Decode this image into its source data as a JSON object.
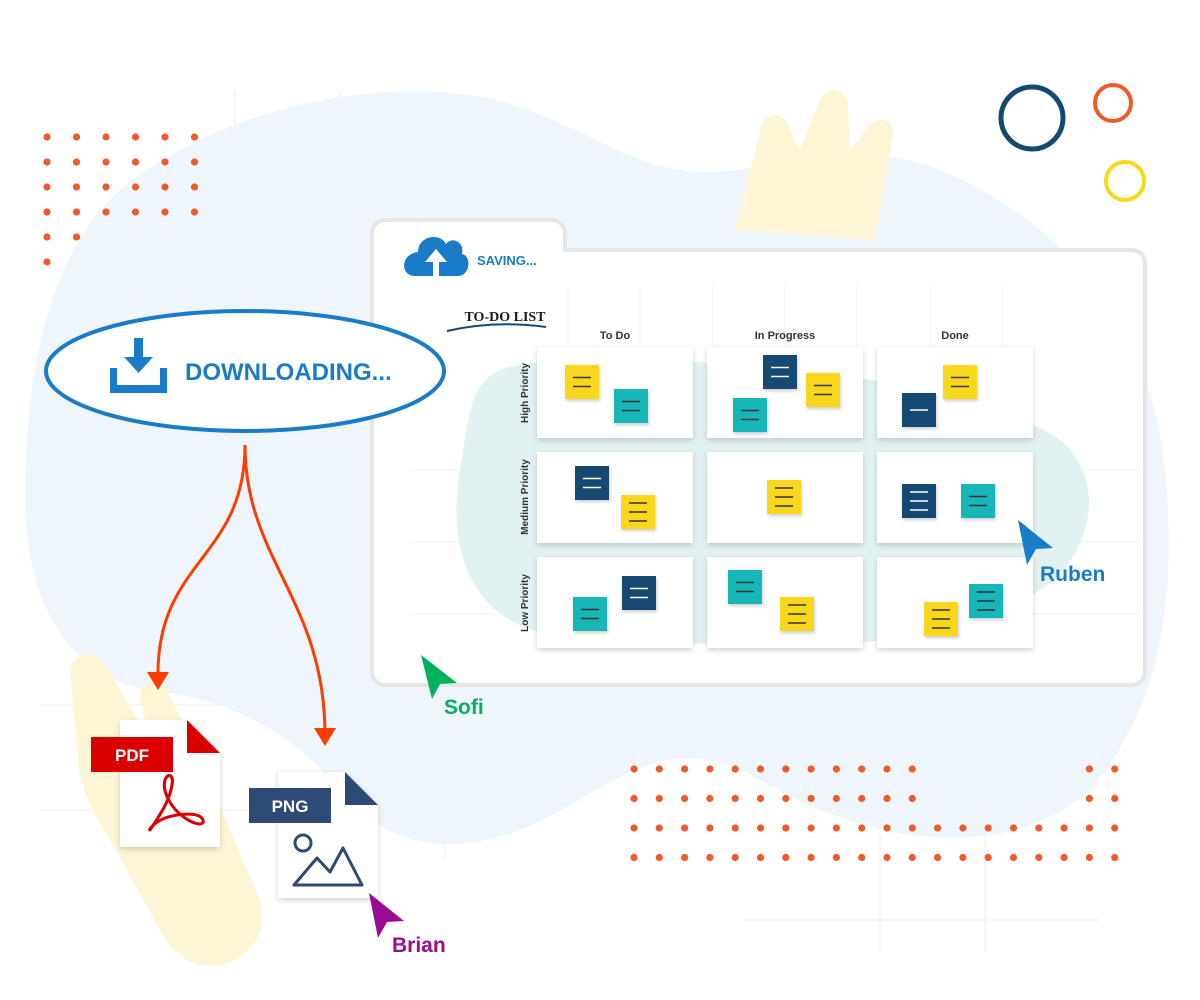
{
  "board": {
    "status": "SAVING...",
    "title": "TO-DO LIST",
    "columns": [
      "To Do",
      "In Progress",
      "Done"
    ],
    "rows": [
      "High Priority",
      "Medium Priority",
      "Low Priority"
    ]
  },
  "download": {
    "label": "DOWNLOADING..."
  },
  "files": {
    "pdf_label": "PDF",
    "png_label": "PNG"
  },
  "cursors": {
    "sofi": "Sofi",
    "ruben": "Ruben",
    "brian": "Brian"
  },
  "colors": {
    "blue": "#1a7cc8",
    "navy": "#124a72",
    "teal": "#19b6b9",
    "yellow": "#f9d71c",
    "red": "#ff3b00",
    "pdf_red": "#db0000",
    "png_navy": "#2c4a75",
    "green": "#00b15d",
    "purple": "#9a0b95"
  }
}
